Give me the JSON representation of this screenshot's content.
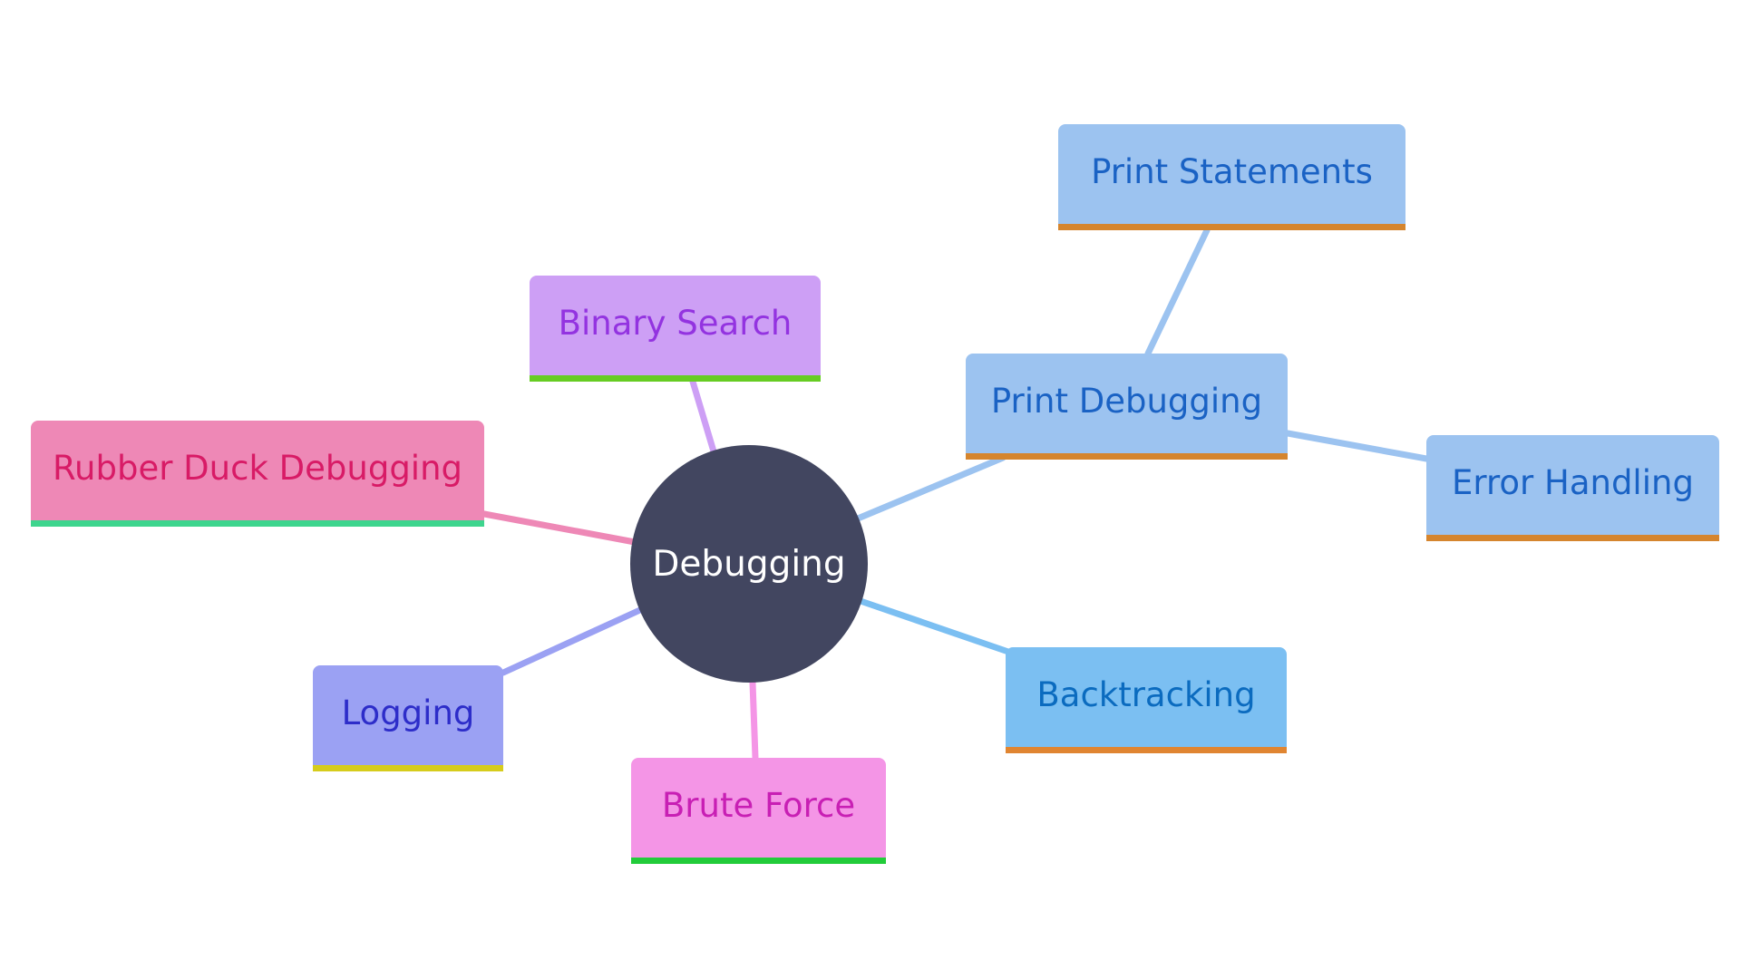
{
  "center": {
    "label": "Debugging",
    "fill": "#424660",
    "text_color": "#ffffff"
  },
  "nodes": [
    {
      "id": "binary-search",
      "label": "Binary Search",
      "fill": "#cd9ff5",
      "text": "#9333e0",
      "underline": "#66cc22",
      "edge": "#cd9ff5"
    },
    {
      "id": "rubber-duck",
      "label": "Rubber Duck Debugging",
      "fill": "#ee88b6",
      "text": "#d81b66",
      "underline": "#3ed58e",
      "edge": "#ee88b6"
    },
    {
      "id": "logging",
      "label": "Logging",
      "fill": "#9ba1f3",
      "text": "#2d2dc9",
      "underline": "#d6cc1c",
      "edge": "#9ba1f3"
    },
    {
      "id": "brute-force",
      "label": "Brute Force",
      "fill": "#f495e6",
      "text": "#c81fb4",
      "underline": "#22cc3a",
      "edge": "#f495e6"
    },
    {
      "id": "backtracking",
      "label": "Backtracking",
      "fill": "#7bbff2",
      "text": "#0b6bbf",
      "underline": "#e08531",
      "edge": "#7bbff2"
    },
    {
      "id": "print-debugging",
      "label": "Print Debugging",
      "fill": "#9cc3f0",
      "text": "#1a62c4",
      "underline": "#d5852e",
      "edge": "#9cc3f0"
    },
    {
      "id": "print-statements",
      "label": "Print Statements",
      "fill": "#9cc3f0",
      "text": "#1a62c4",
      "underline": "#d5852e",
      "edge": "#9cc3f0"
    },
    {
      "id": "error-handling",
      "label": "Error Handling",
      "fill": "#9cc3f0",
      "text": "#1a62c4",
      "underline": "#d5852e",
      "edge": "#9cc3f0"
    }
  ]
}
